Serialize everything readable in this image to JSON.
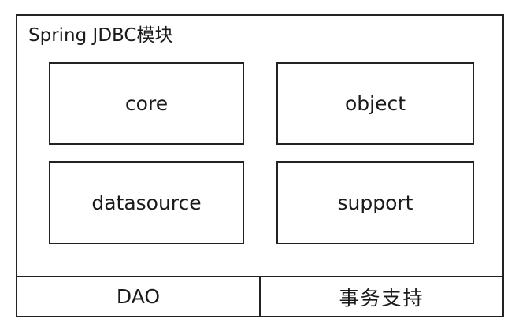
{
  "diagram": {
    "title": "Spring JDBC模块",
    "components": [
      {
        "label": "core"
      },
      {
        "label": "object"
      },
      {
        "label": "datasource"
      },
      {
        "label": "support"
      }
    ],
    "footer": {
      "left": "DAO",
      "right": "事务支持"
    }
  }
}
